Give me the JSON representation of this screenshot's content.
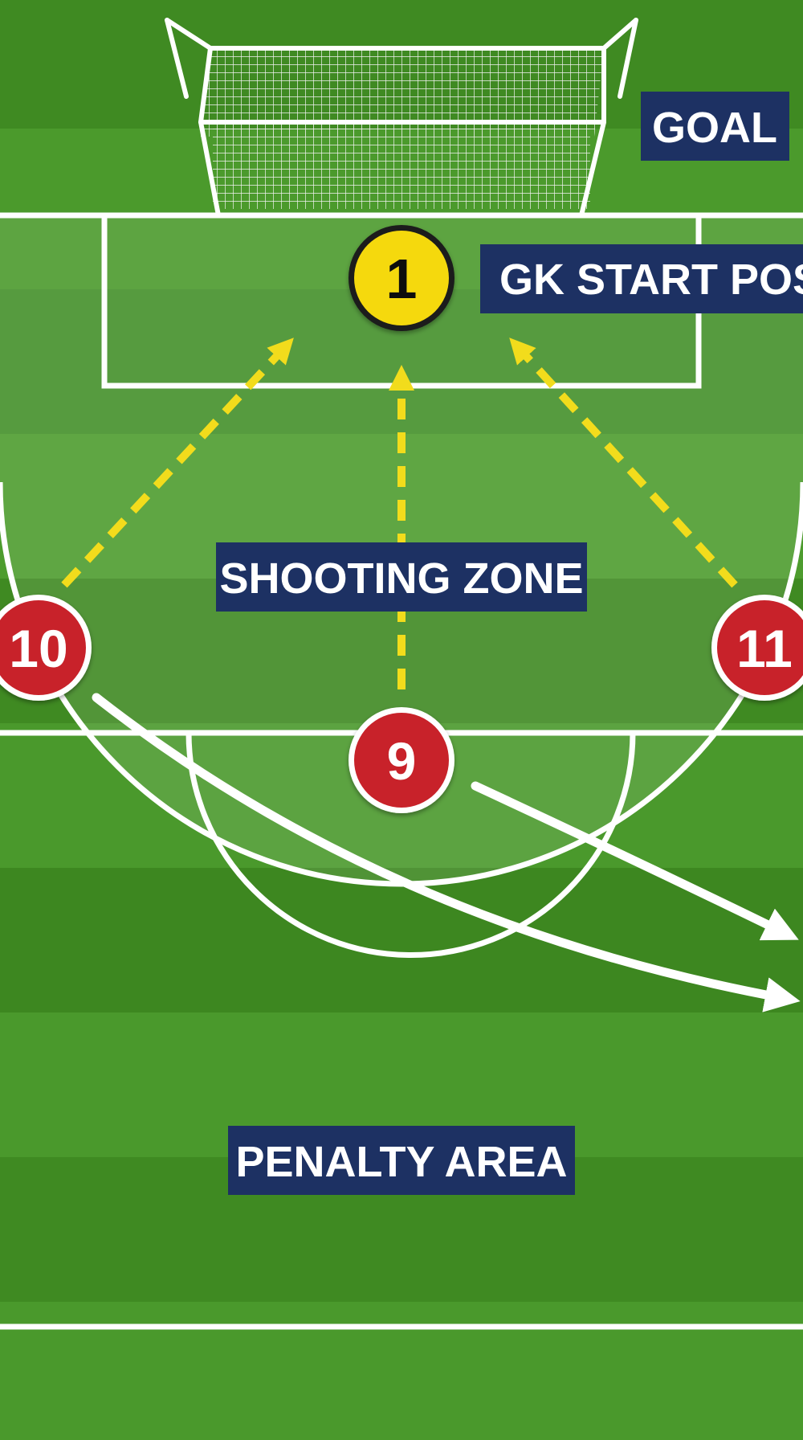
{
  "labels": {
    "goal": "GOAL",
    "gk_start": "GK START POSI",
    "shooting_zone": "SHOOTING ZONE",
    "penalty_area": "PENALTY AREA"
  },
  "players": {
    "goalkeeper": "1",
    "left_attacker": "10",
    "striker": "9",
    "right_attacker": "11"
  },
  "colors": {
    "grass_light": "#4a9a2a",
    "grass_dark": "#3d8620",
    "line": "#ffffff",
    "label_bg": "#1d3163",
    "goalkeeper": "#f5d90a",
    "attacker": "#c8222a",
    "pass_arrow": "#f2dc1c"
  }
}
